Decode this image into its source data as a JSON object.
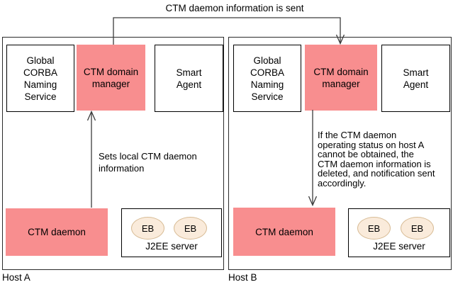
{
  "top_label": "CTM daemon information is sent",
  "colors": {
    "highlight": "#F88E8F",
    "eb-fill": "#FAEBDB",
    "eb-border": "#D8BC96",
    "line": "#3c3c3c"
  },
  "hostA": {
    "label": "Host A",
    "naming_service": [
      "Global",
      "CORBA",
      "Naming",
      "Service"
    ],
    "domain_manager": [
      "CTM domain",
      "manager"
    ],
    "smart_agent": [
      "Smart",
      "Agent"
    ],
    "daemon": "CTM daemon",
    "j2ee": "J2EE server",
    "eb1": "EB",
    "eb2": "EB",
    "note": [
      "Sets local CTM daemon",
      "information"
    ]
  },
  "hostB": {
    "label": "Host B",
    "naming_service": [
      "Global",
      "CORBA",
      "Naming",
      "Service"
    ],
    "domain_manager": [
      "CTM domain",
      "manager"
    ],
    "smart_agent": [
      "Smart",
      "Agent"
    ],
    "daemon": "CTM daemon",
    "j2ee": "J2EE server",
    "eb1": "EB",
    "eb2": "EB",
    "note": [
      "If the CTM daemon",
      "operating status on host A",
      "cannot be obtained, the",
      "CTM daemon information is",
      "deleted, and notification sent",
      "accordingly."
    ]
  }
}
